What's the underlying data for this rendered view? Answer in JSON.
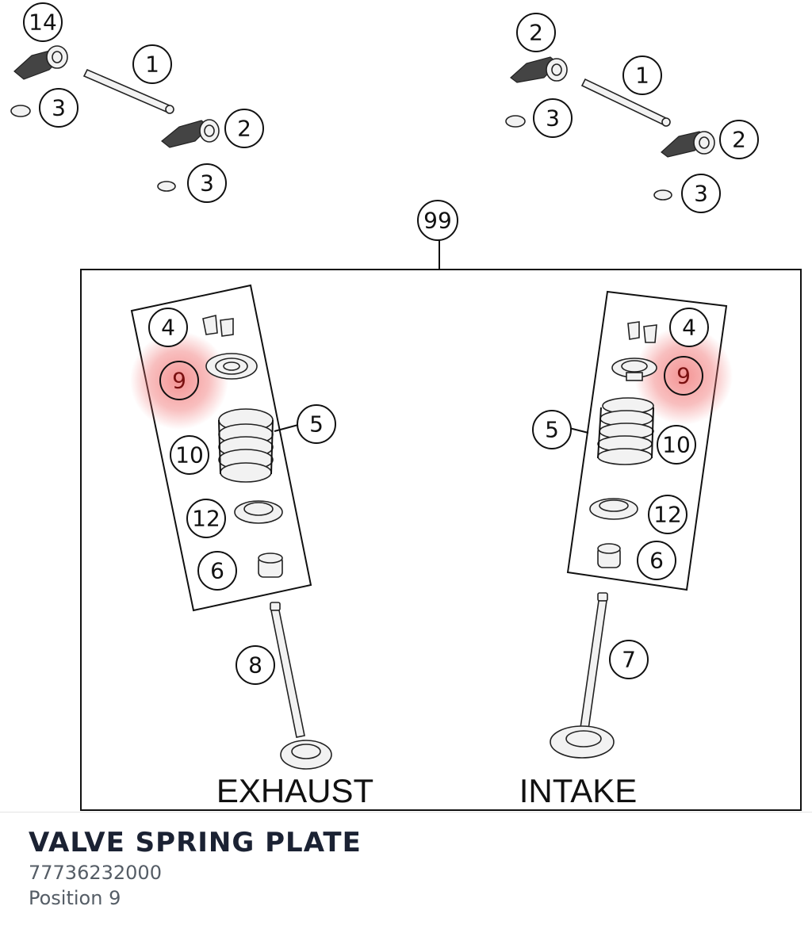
{
  "diagram": {
    "callouts": {
      "c14": "14",
      "c1a": "1",
      "c3a": "3",
      "c2a": "2",
      "c3b": "3",
      "c2b": "2",
      "c1b": "1",
      "c3c": "3",
      "c2c": "2",
      "c3d": "3",
      "c99": "99",
      "c4a": "4",
      "c9a": "9",
      "c5a": "5",
      "c10a": "10",
      "c12a": "12",
      "c6a": "6",
      "c4b": "4",
      "c9b": "9",
      "c5b": "5",
      "c10b": "10",
      "c12b": "12",
      "c6b": "6",
      "c8": "8",
      "c7": "7"
    },
    "exhaust_label": "EXHAUST",
    "intake_label": "INTAKE",
    "highlight_color": "#f5a0a0"
  },
  "part": {
    "name": "VALVE SPRING PLATE",
    "number": "77736232000",
    "position": "Position 9"
  }
}
